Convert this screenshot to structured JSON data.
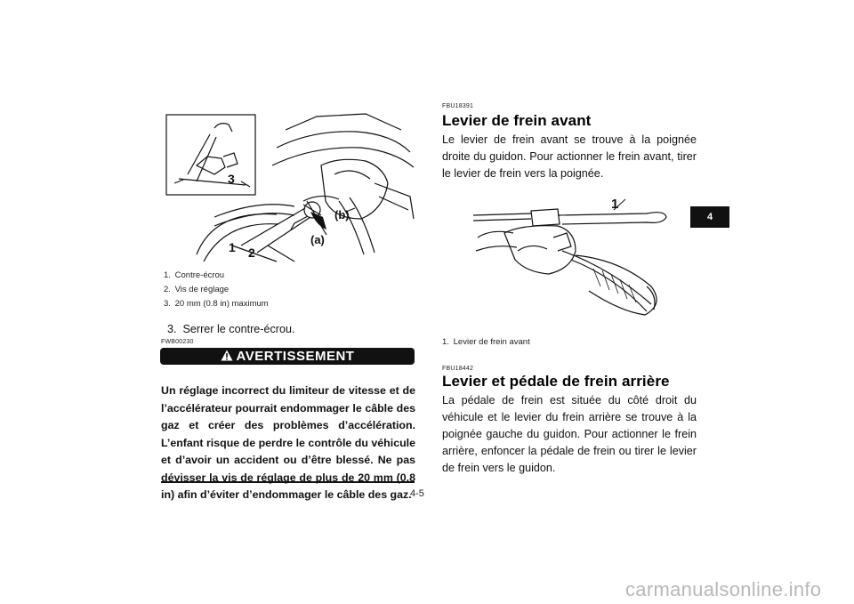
{
  "figure1": {
    "callouts": [
      "1",
      "2",
      "3",
      "(a)",
      "(b)"
    ]
  },
  "figure1_caption": [
    {
      "num": "1.",
      "text": "Contre-écrou"
    },
    {
      "num": "2.",
      "text": "Vis de réglage"
    },
    {
      "num": "3.",
      "text": "20 mm (0.8 in) maximum"
    }
  ],
  "step3": {
    "num": "3.",
    "text": "Serrer le contre-écrou."
  },
  "warning": {
    "code": "FWB00230",
    "label": "AVERTISSEMENT",
    "text": "Un réglage incorrect du limiteur de vitesse et de l’accélérateur pourrait endommager le câble des gaz et créer des problèmes d’accélération. L’enfant risque de perdre le contrôle du véhicule et d’avoir un accident ou d’être blessé. Ne pas dévisser la vis de réglage de plus de 20 mm (0.8 in) afin d’éviter d’endommager le câble des gaz."
  },
  "section_front": {
    "code": "FBU18391",
    "title": "Levier de frein avant",
    "text": "Le levier de frein avant se trouve à la poignée droite du guidon. Pour actionner le frein avant, tirer le levier de frein vers la poignée."
  },
  "figure2": {
    "callouts": [
      "1"
    ]
  },
  "figure2_caption": [
    {
      "num": "1.",
      "text": "Levier de frein avant"
    }
  ],
  "section_rear": {
    "code": "FBU18442",
    "title": "Levier et pédale de frein arrière",
    "text": "La pédale de frein est située du côté droit du véhicule et le levier du frein arrière se trouve à la poignée gauche du guidon. Pour actionner le frein arrière, enfoncer la pédale de frein ou tirer le levier de frein vers le guidon."
  },
  "chapter_tab": "4",
  "page_number": "4-5",
  "watermark": "carmanualsonline.info"
}
